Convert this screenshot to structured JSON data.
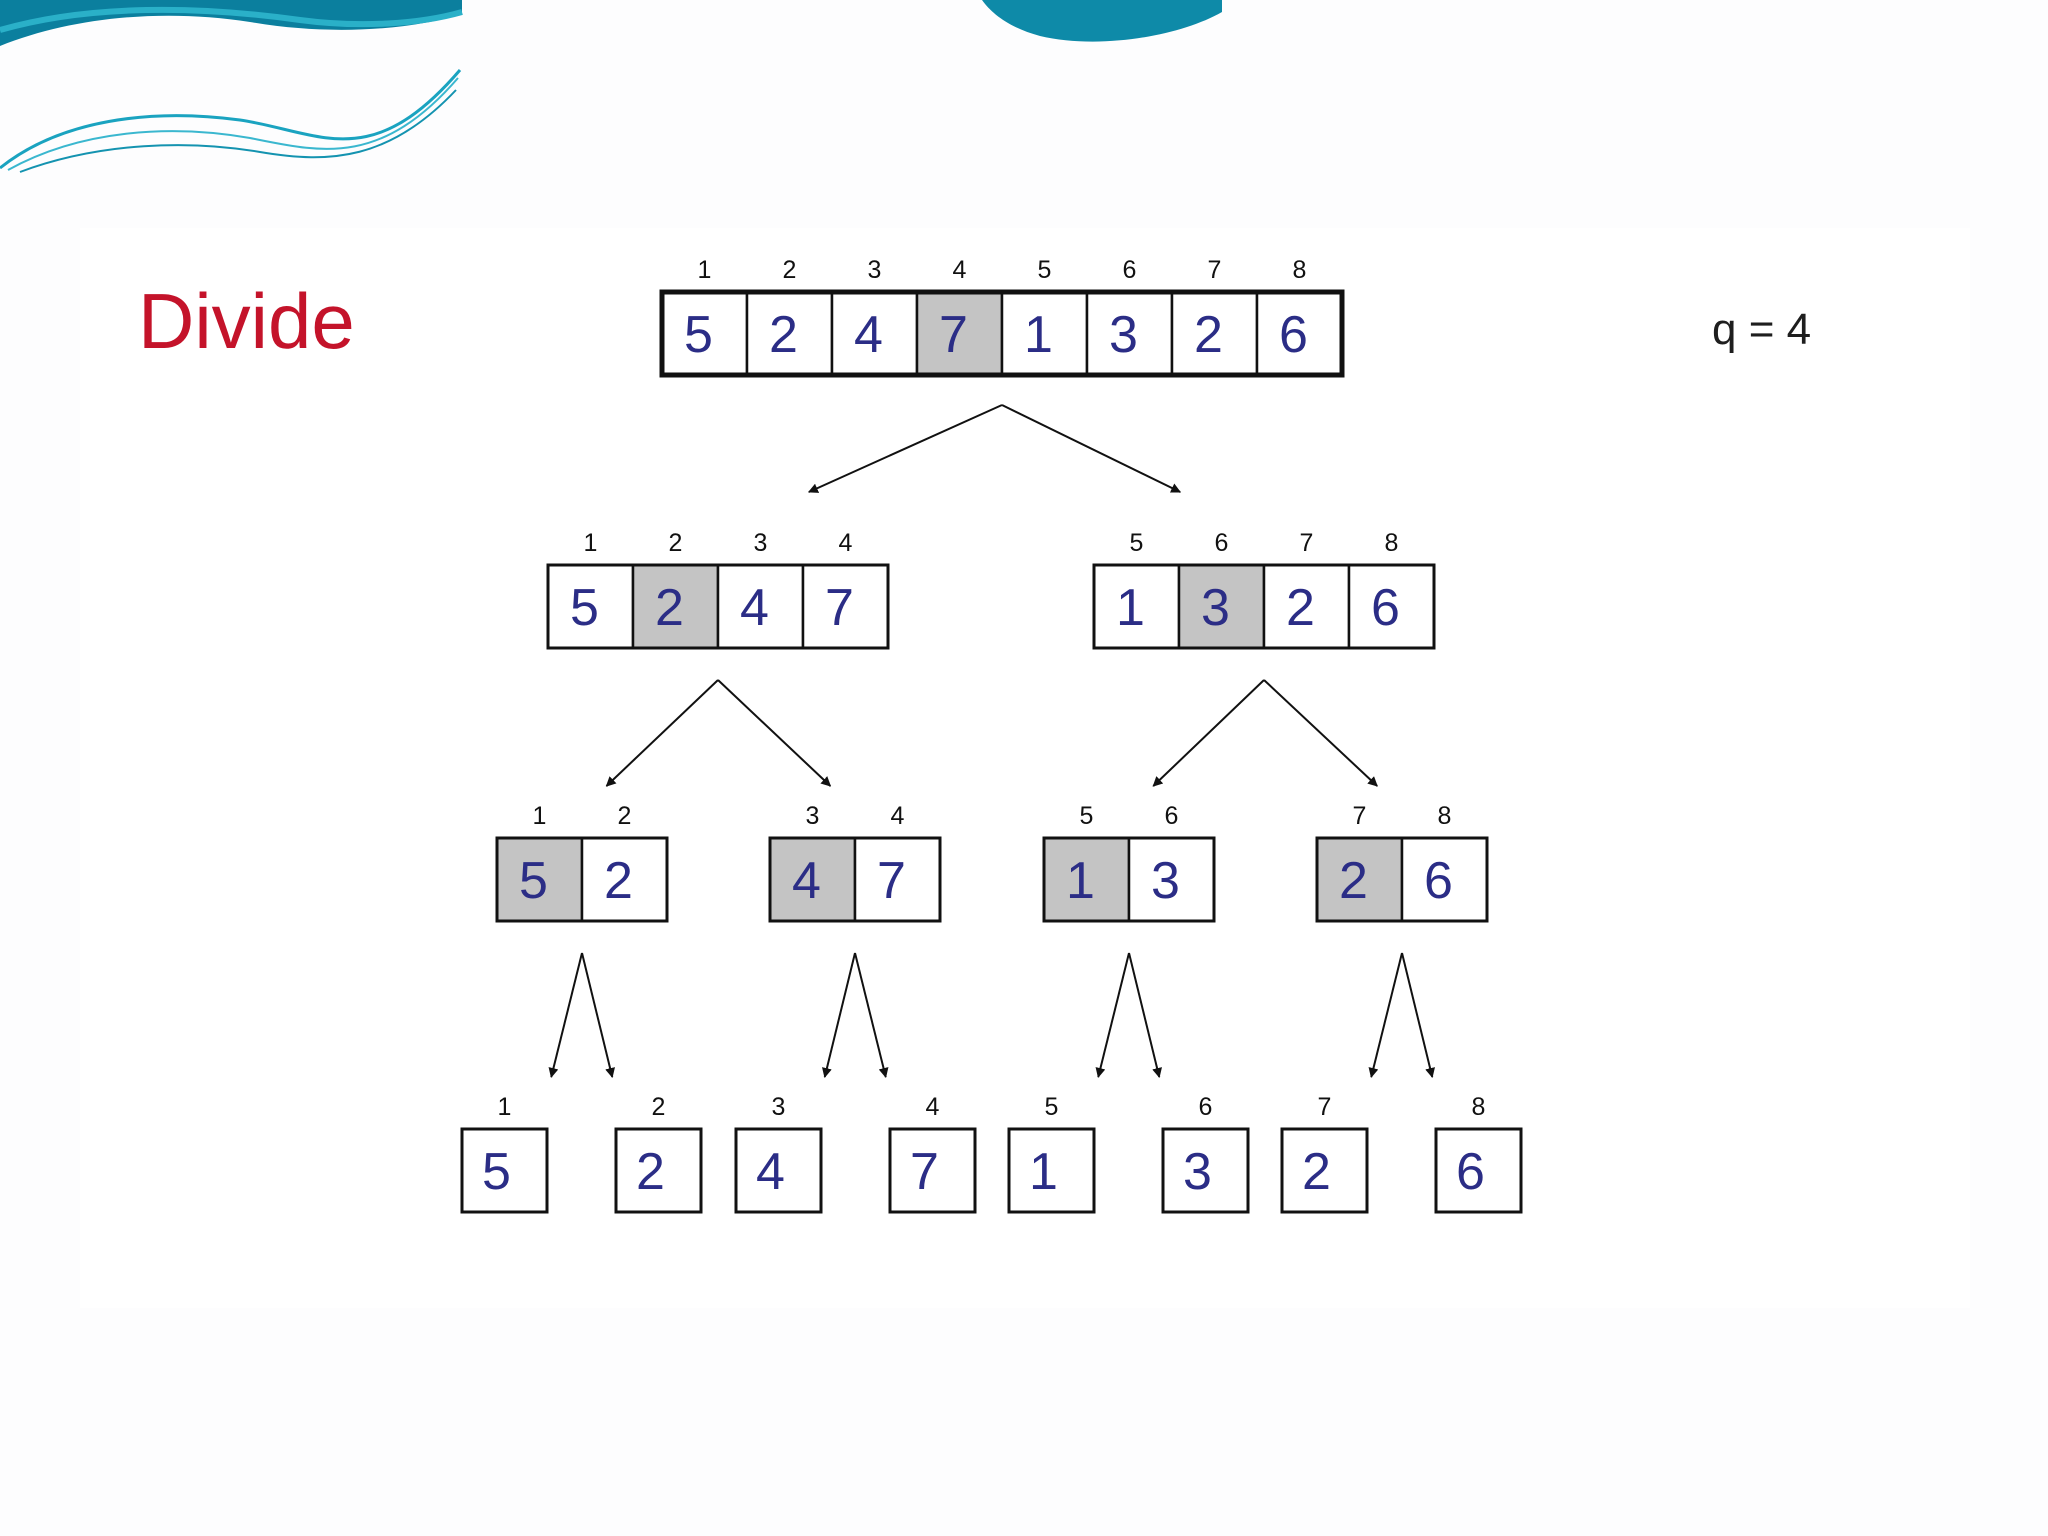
{
  "title": "Divide",
  "q_label": "q = 4",
  "colors": {
    "title": "#c4132a",
    "value_text": "#2b2d86",
    "pivot_fill": "#c4c4c4",
    "wave_dark": "#0b7f9e",
    "wave_light": "#2ab0c8"
  },
  "tree": {
    "levels": [
      [
        {
          "indices": [
            1,
            2,
            3,
            4,
            5,
            6,
            7,
            8
          ],
          "values": [
            5,
            2,
            4,
            7,
            1,
            3,
            2,
            6
          ],
          "pivot": 4
        }
      ],
      [
        {
          "indices": [
            1,
            2,
            3,
            4
          ],
          "values": [
            5,
            2,
            4,
            7
          ],
          "pivot": 2
        },
        {
          "indices": [
            5,
            6,
            7,
            8
          ],
          "values": [
            1,
            3,
            2,
            6
          ],
          "pivot": 6
        }
      ],
      [
        {
          "indices": [
            1,
            2
          ],
          "values": [
            5,
            2
          ],
          "pivot": 1
        },
        {
          "indices": [
            3,
            4
          ],
          "values": [
            4,
            7
          ],
          "pivot": 3
        },
        {
          "indices": [
            5,
            6
          ],
          "values": [
            1,
            3
          ],
          "pivot": 5
        },
        {
          "indices": [
            7,
            8
          ],
          "values": [
            2,
            6
          ],
          "pivot": 7
        }
      ],
      [
        {
          "indices": [
            1
          ],
          "values": [
            5
          ],
          "pivot": null
        },
        {
          "indices": [
            2
          ],
          "values": [
            2
          ],
          "pivot": null
        },
        {
          "indices": [
            3
          ],
          "values": [
            4
          ],
          "pivot": null
        },
        {
          "indices": [
            4
          ],
          "values": [
            7
          ],
          "pivot": null
        },
        {
          "indices": [
            5
          ],
          "values": [
            1
          ],
          "pivot": null
        },
        {
          "indices": [
            6
          ],
          "values": [
            3
          ],
          "pivot": null
        },
        {
          "indices": [
            7
          ],
          "values": [
            2
          ],
          "pivot": null
        },
        {
          "indices": [
            8
          ],
          "values": [
            6
          ],
          "pivot": null
        }
      ]
    ]
  }
}
